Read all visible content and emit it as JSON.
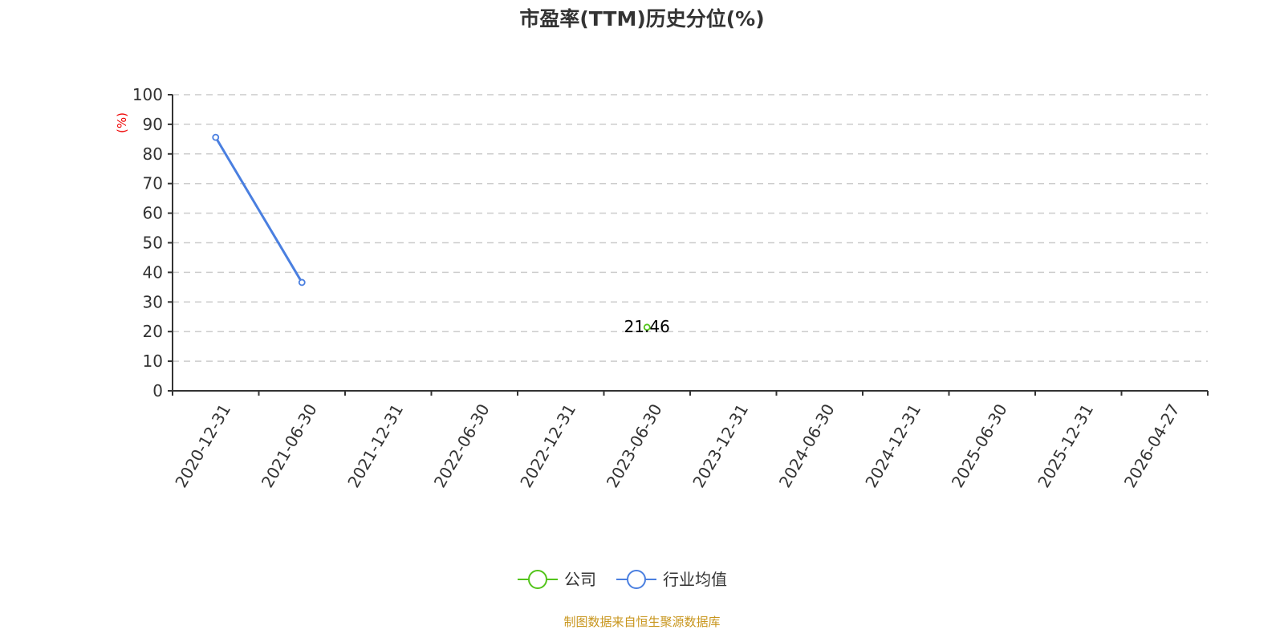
{
  "chart_data": {
    "type": "line",
    "title": "市盈率(TTM)历史分位(%)",
    "ylabel": "(%)",
    "ylim": [
      0,
      100
    ],
    "yticks": [
      0,
      10,
      20,
      30,
      40,
      50,
      60,
      70,
      80,
      90,
      100
    ],
    "grid": true,
    "categories": [
      "2020-12-31",
      "2021-06-30",
      "2021-12-31",
      "2022-06-30",
      "2022-12-31",
      "2023-06-30",
      "2023-12-31",
      "2024-06-30",
      "2024-12-31",
      "2025-06-30",
      "2025-12-31",
      "2026-04-27"
    ],
    "series": [
      {
        "name": "公司",
        "color": "#52c41a",
        "values": [
          null,
          null,
          null,
          null,
          null,
          21.46,
          null,
          null,
          null,
          null,
          null,
          null
        ],
        "labels": {
          "5": "21.46"
        }
      },
      {
        "name": "行业均值",
        "color": "#4a7fe0",
        "values": [
          85.6,
          36.6,
          null,
          null,
          null,
          null,
          null,
          null,
          null,
          null,
          null,
          null
        ]
      }
    ],
    "legend_position": "bottom"
  },
  "source": "制图数据来自恒生聚源数据库"
}
